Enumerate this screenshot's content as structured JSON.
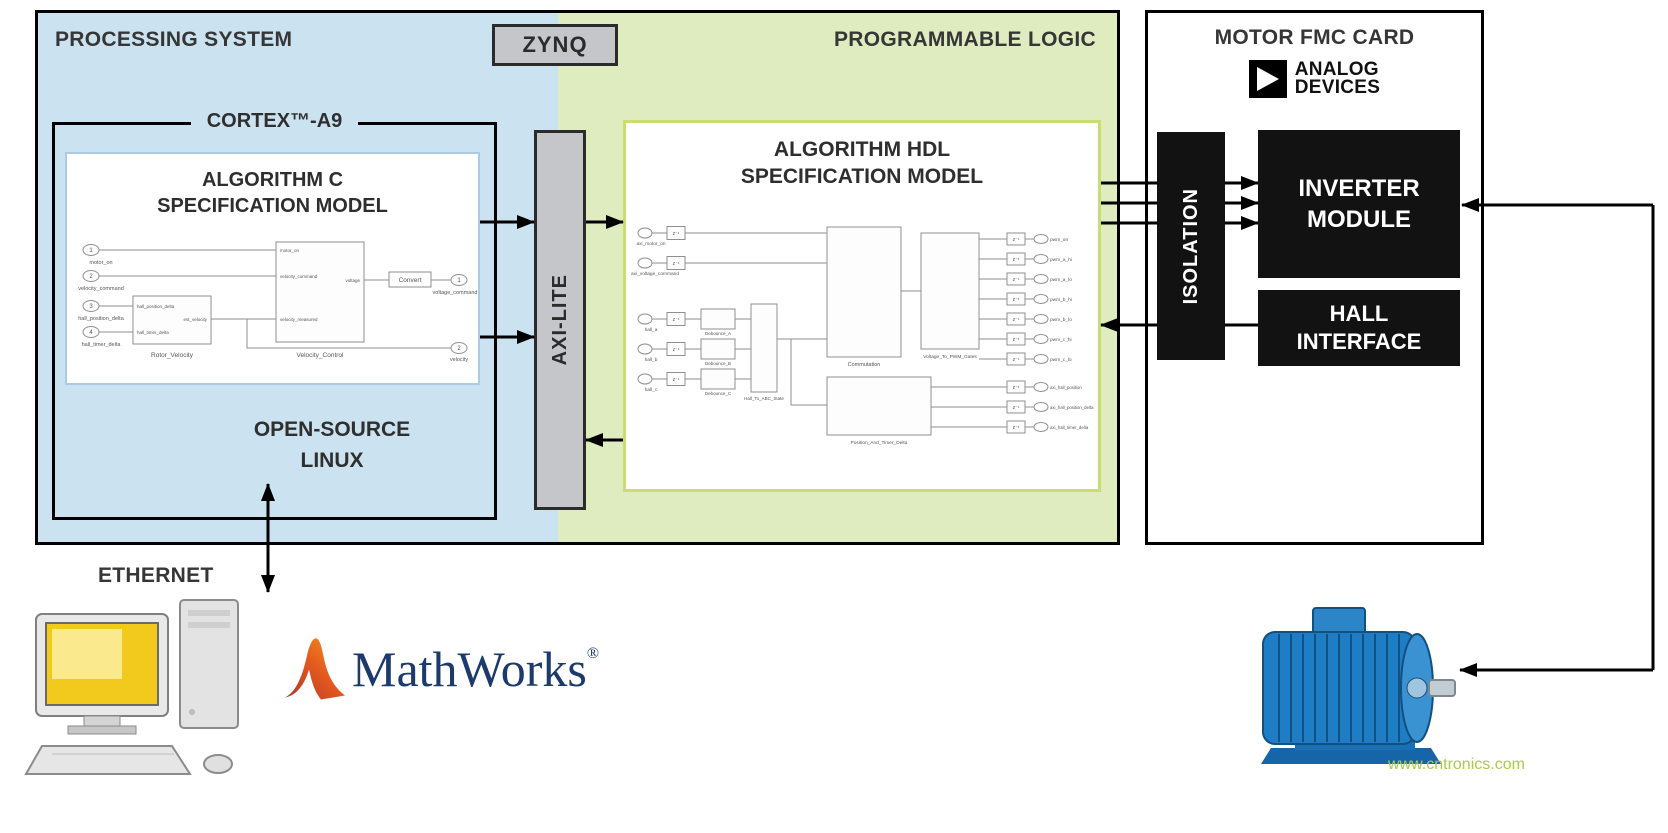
{
  "colors": {
    "processing_bg": "#cbe2f0",
    "logic_bg": "#dfecc0",
    "module_black": "#121212",
    "bar_gray": "#c5c6ca",
    "watermark_green": "#a8cc4a",
    "mathworks_navy": "#1d3a6d",
    "tux_orange": "#f6a21d",
    "motor_blue": "#1f7dc6"
  },
  "zynq_label": "ZYNQ",
  "processing_system": {
    "title": "PROCESSING SYSTEM",
    "cortex_label": "CORTEX™-A9",
    "algo_c_title1": "ALGORITHM C",
    "algo_c_title2": "SPECIFICATION MODEL",
    "linux_line1": "OPEN-SOURCE",
    "linux_line2": "LINUX"
  },
  "axi_label": "AXI-LITE",
  "programmable_logic": {
    "title": "PROGRAMMABLE LOGIC",
    "algo_hdl_title1": "ALGORITHM HDL",
    "algo_hdl_title2": "SPECIFICATION MODEL"
  },
  "motor_fmc": {
    "title": "MOTOR FMC CARD",
    "brand_line1": "ANALOG",
    "brand_line2": "DEVICES",
    "isolation_label": "ISOLATION",
    "inverter_line1": "INVERTER",
    "inverter_line2": "MODULE",
    "hall_line1": "HALL",
    "hall_line2": "INTERFACE"
  },
  "footer": {
    "ethernet_label": "ETHERNET",
    "mathworks_label": "MathWorks",
    "registered_mark": "®",
    "watermark": "www.cntronics.com"
  },
  "c_model": {
    "input_nums": [
      "1",
      "2",
      "3",
      "4"
    ],
    "inputs": [
      "motor_on",
      "velocity_command",
      "hall_position_delta",
      "hall_timer_delta"
    ],
    "rotor_block": "Rotor_Velocity",
    "control_block": "Velocity_Control",
    "convert_block": "Convert",
    "ports": {
      "rotor_in1": "hall_position_delta",
      "rotor_in2": "hall_timer_delta",
      "rotor_out": "est_velocity",
      "ctrl_in1": "motor_on",
      "ctrl_in2": "velocity_command",
      "ctrl_in3": "velocity_measured",
      "ctrl_out": "voltage"
    },
    "output_nums": [
      "1",
      "2"
    ],
    "outputs": [
      "voltage_command",
      "velocity"
    ]
  },
  "hdl_model": {
    "delay": "z⁻¹",
    "inputs": [
      "axi_motor_on",
      "axi_voltage_command",
      "hall_a",
      "hall_b",
      "hall_c"
    ],
    "blocks": {
      "deb_a": "Debounce_A",
      "deb_b": "Debounce_B",
      "deb_c": "Debounce_C",
      "abc": "Hall_To_ABC_State",
      "comm": "Commutation",
      "pwm": "Voltage_To_PWM_Gates",
      "pos": "Position_And_Timer_Delta"
    },
    "outputs": [
      "pwm_on",
      "pwm_a_hi",
      "pwm_a_lo",
      "pwm_b_hi",
      "pwm_b_lo",
      "pwm_c_hi",
      "pwm_c_lo",
      "axi_hall_position",
      "axi_hall_position_delta",
      "axi_hall_timer_delta"
    ]
  }
}
